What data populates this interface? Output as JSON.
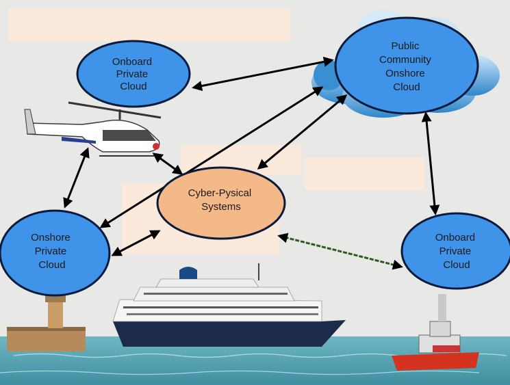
{
  "diagram": {
    "nodes": {
      "onboard_private_cloud_top": {
        "lines": [
          "Onboard",
          "Private",
          "Cloud"
        ],
        "fill": "#3f93e8",
        "stroke": "#0a1a3a"
      },
      "public_community_cloud": {
        "lines": [
          "Public",
          "Community",
          "Onshore",
          "Cloud"
        ],
        "fill": "#3f93e8",
        "stroke": "#0a1a3a"
      },
      "cyber_physical_systems": {
        "lines": [
          "Cyber-Pysical",
          "Systems"
        ],
        "fill": "#f4b989",
        "stroke": "#0a1a3a"
      },
      "onshore_private_cloud": {
        "lines": [
          "Onshore",
          "Private",
          "Cloud"
        ],
        "fill": "#3f93e8",
        "stroke": "#0a1a3a"
      },
      "onboard_private_cloud_right": {
        "lines": [
          "Onboard",
          "Private",
          "Cloud"
        ],
        "fill": "#3f93e8",
        "stroke": "#0a1a3a"
      }
    },
    "colors": {
      "sky": "#e8e8e6",
      "sea": "#5fa9b7",
      "arrow": "#000000",
      "arrow_green_tint": "#2f5a1e",
      "highlight_panel": "#fbeadb"
    },
    "background_icons": [
      "helicopter-icon",
      "cruise-ship-icon",
      "tugboat-icon",
      "lighthouse-icon",
      "cloud-icon"
    ]
  }
}
